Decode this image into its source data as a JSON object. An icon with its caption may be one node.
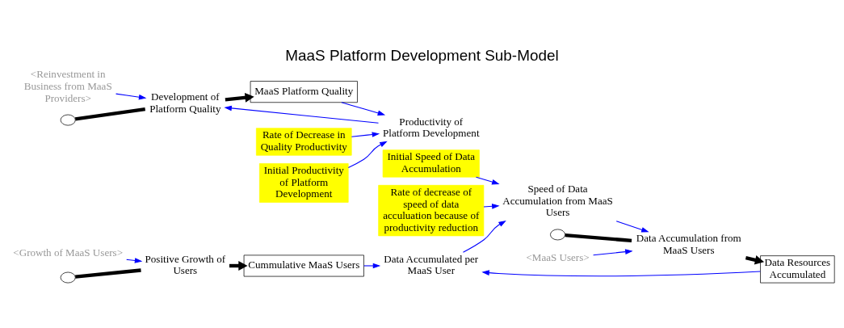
{
  "diagram": {
    "title": "MaaS Platform Development Sub-Model",
    "nodes": [
      {
        "text": [
          "<Growth of MaaS Users>"
        ]
      },
      {
        "text": [],
        "shape": "cloud"
      },
      {
        "text": [
          "Positive Growth of Users"
        ]
      },
      {
        "text": [
          "Cummulative MaaS Users"
        ]
      },
      {
        "text": [
          "Initial Speed of Data Accumulation"
        ]
      },
      {
        "text": [
          "Speed of Data Accumulation from MaaS Users"
        ]
      },
      {
        "text": [
          "Data Accumulated per MaaS User"
        ]
      },
      {
        "text": [
          "Rate of decrease of speed of data acculuation because of productivity reduction"
        ]
      },
      {
        "text": [],
        "shape": "cloud"
      },
      {
        "text": [
          "Data Accumulation from MaaS Users"
        ]
      },
      {
        "text": [
          "Data Resources Accumulated"
        ]
      },
      {
        "text": [
          "<MaaS Users>"
        ]
      },
      {
        "text": [
          "<Reinvestment in Business from MaaS Providers>"
        ]
      },
      {
        "text": [],
        "shape": "cloud"
      },
      {
        "text": [
          "Development of Platform Quality"
        ]
      },
      {
        "text": [
          "MaaS Platform Quality"
        ]
      },
      {
        "text": [
          "Productivity of Platform Development"
        ]
      },
      {
        "text": [
          "Rate of Decrease in Quality Productivity"
        ]
      },
      {
        "text": [
          "Initial Productivity of Platform Development"
        ]
      }
    ],
    "edges": [
      {
        "from": 0,
        "to": 2,
        "arrow": "to"
      },
      {
        "from": 1,
        "to": 2,
        "arrow": "none",
        "style": "thick",
        "color": "#000000"
      },
      {
        "from": 2,
        "to": 3,
        "arrow": "to",
        "style": "thick",
        "color": "#000000"
      },
      {
        "from": 3,
        "to": 6,
        "arrow": "to"
      },
      {
        "from": 10,
        "to": 6,
        "arrow": "to"
      },
      {
        "from": 6,
        "to": 5,
        "arrow": "to"
      },
      {
        "from": 4,
        "to": 5,
        "arrow": "to"
      },
      {
        "from": 7,
        "to": 5,
        "arrow": "to"
      },
      {
        "from": 5,
        "to": 9,
        "arrow": "to"
      },
      {
        "from": 11,
        "to": 9,
        "arrow": "to"
      },
      {
        "from": 8,
        "to": 9,
        "arrow": "none",
        "style": "thick",
        "color": "#000000"
      },
      {
        "from": 9,
        "to": 10,
        "arrow": "to",
        "style": "thick",
        "color": "#000000"
      },
      {
        "from": 12,
        "to": 14,
        "arrow": "to"
      },
      {
        "from": 13,
        "to": 14,
        "arrow": "none",
        "style": "thick",
        "color": "#000000"
      },
      {
        "from": 14,
        "to": 15,
        "arrow": "to",
        "style": "thick",
        "color": "#000000"
      },
      {
        "from": 15,
        "to": 16,
        "arrow": "to"
      },
      {
        "from": 16,
        "to": 14,
        "arrow": "to"
      },
      {
        "from": 17,
        "to": 16,
        "arrow": "to"
      },
      {
        "from": 18,
        "to": 16,
        "arrow": "to"
      }
    ]
  }
}
